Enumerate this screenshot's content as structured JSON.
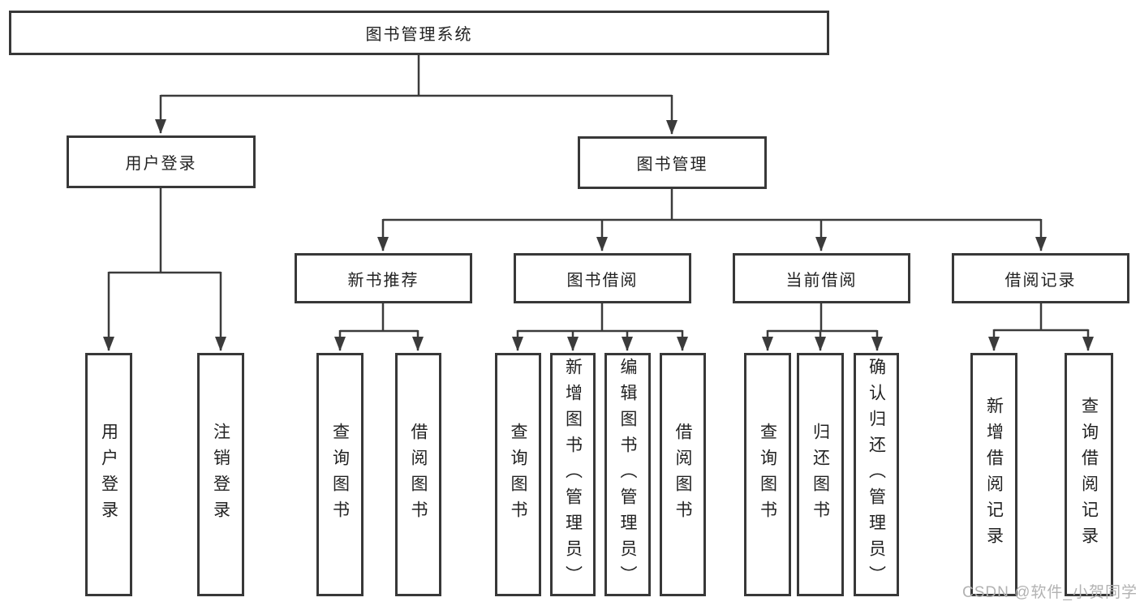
{
  "diagram": {
    "root": {
      "label": "图书管理系统"
    },
    "level2": [
      {
        "label": "用户登录"
      },
      {
        "label": "图书管理"
      }
    ],
    "level3": [
      {
        "label": "新书推荐"
      },
      {
        "label": "图书借阅"
      },
      {
        "label": "当前借阅"
      },
      {
        "label": "借阅记录"
      }
    ],
    "leaves": {
      "login": [
        {
          "label": "用户登录"
        },
        {
          "label": "注销登录"
        }
      ],
      "new_books": [
        {
          "label": "查询图书"
        },
        {
          "label": "借阅图书"
        }
      ],
      "book_borrow": [
        {
          "label": "查询图书"
        },
        {
          "label": "新增图书（管理员）"
        },
        {
          "label": "编辑图书（管理员）"
        },
        {
          "label": "借阅图书"
        }
      ],
      "current_borrow": [
        {
          "label": "查询图书"
        },
        {
          "label": "归还图书"
        },
        {
          "label": "确认归还（管理员）"
        }
      ],
      "borrow_records": [
        {
          "label": "新增借阅记录"
        },
        {
          "label": "查询借阅记录"
        }
      ]
    }
  },
  "watermark": {
    "text": "CSDN @软件_小贺同学"
  },
  "colors": {
    "line": "#3b3b3b",
    "box_border": "#383838",
    "text": "#222222",
    "background": "#ffffff",
    "watermark": "#b2b2b2"
  }
}
